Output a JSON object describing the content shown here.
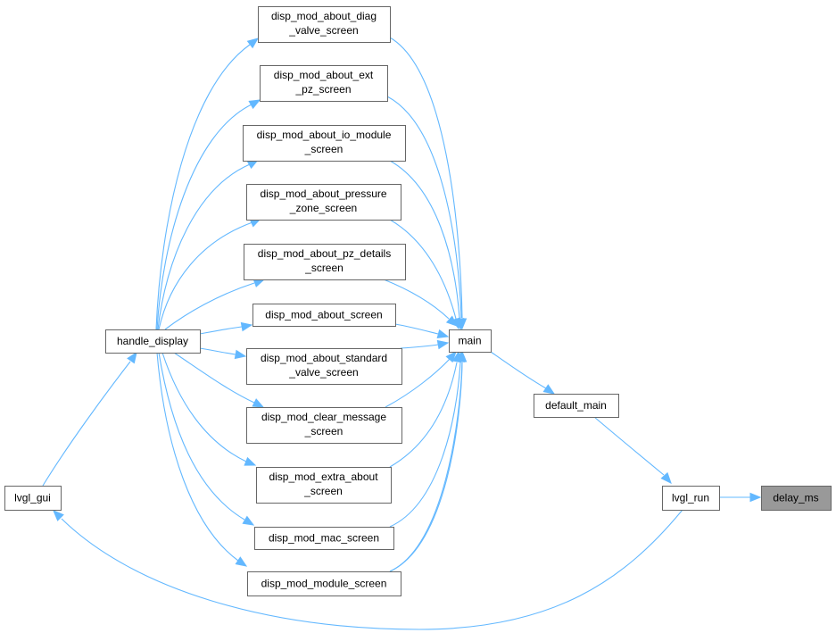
{
  "diagram": {
    "nodes": {
      "diag_valve": [
        "disp_mod_about_diag",
        "_valve_screen"
      ],
      "ext_pz": [
        "disp_mod_about_ext",
        "_pz_screen"
      ],
      "io_module": [
        "disp_mod_about_io_module",
        "_screen"
      ],
      "pressure": [
        "disp_mod_about_pressure",
        "_zone_screen"
      ],
      "pz_details": [
        "disp_mod_about_pz_details",
        "_screen"
      ],
      "about": [
        "disp_mod_about_screen"
      ],
      "handle_display": [
        "handle_display"
      ],
      "main": [
        "main"
      ],
      "standard_valve": [
        "disp_mod_about_standard",
        "_valve_screen"
      ],
      "clear_message": [
        "disp_mod_clear_message",
        "_screen"
      ],
      "extra_about": [
        "disp_mod_extra_about",
        "_screen"
      ],
      "mac": [
        "disp_mod_mac_screen"
      ],
      "module": [
        "disp_mod_module_screen"
      ],
      "default_main": [
        "default_main"
      ],
      "lvgl_gui": [
        "lvgl_gui"
      ],
      "lvgl_run": [
        "lvgl_run"
      ],
      "delay_ms": [
        "delay_ms"
      ]
    },
    "highlighted_node": "delay_ms",
    "edges": [
      [
        "lvgl_run",
        "delay_ms"
      ],
      [
        "default_main",
        "lvgl_run"
      ],
      [
        "main",
        "default_main"
      ],
      [
        "diag_valve",
        "main"
      ],
      [
        "ext_pz",
        "main"
      ],
      [
        "io_module",
        "main"
      ],
      [
        "pressure",
        "main"
      ],
      [
        "pz_details",
        "main"
      ],
      [
        "about",
        "main"
      ],
      [
        "handle_display",
        "main"
      ],
      [
        "standard_valve",
        "main"
      ],
      [
        "clear_message",
        "main"
      ],
      [
        "extra_about",
        "main"
      ],
      [
        "mac",
        "main"
      ],
      [
        "module",
        "main"
      ],
      [
        "handle_display",
        "diag_valve"
      ],
      [
        "handle_display",
        "ext_pz"
      ],
      [
        "handle_display",
        "io_module"
      ],
      [
        "handle_display",
        "pressure"
      ],
      [
        "handle_display",
        "pz_details"
      ],
      [
        "handle_display",
        "about"
      ],
      [
        "handle_display",
        "standard_valve"
      ],
      [
        "handle_display",
        "clear_message"
      ],
      [
        "handle_display",
        "extra_about"
      ],
      [
        "handle_display",
        "mac"
      ],
      [
        "handle_display",
        "module"
      ],
      [
        "lvgl_gui",
        "handle_display"
      ],
      [
        "lvgl_run",
        "lvgl_gui"
      ]
    ],
    "colors": {
      "edge": "#63b8ff",
      "node_border": "#666666",
      "node_fill": "#ffffff",
      "highlight_fill": "#999999"
    }
  }
}
